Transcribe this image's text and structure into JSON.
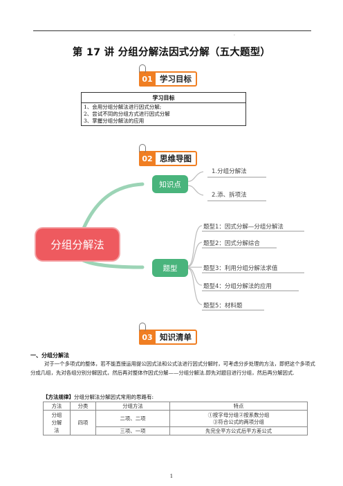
{
  "header": {
    "dot": "."
  },
  "title": "第 17 讲  分组分解法因式分解（五大题型）",
  "sections": [
    {
      "num": "01",
      "label": "学习目标"
    },
    {
      "num": "02",
      "label": "思维导图"
    },
    {
      "num": "03",
      "label": "知识清单"
    }
  ],
  "goals": {
    "header": "学习目标",
    "items": [
      "1、会用分组分解法进行因式分解;",
      "2、尝试不同的分组方式进行因式分解",
      "3、掌握分组分解法的应用"
    ]
  },
  "mindmap": {
    "center": "分组分解法",
    "branch1": {
      "label": "知识点",
      "leaves": [
        "1.分组分解法",
        "2.添、拆项法"
      ]
    },
    "branch2": {
      "label": "题型",
      "leaves": [
        "题型1：因式分解—分组分解法",
        "题型2：因式分解综合",
        "题型3：利用分组分解法求值",
        "题型4：分组分解法的应用",
        "题型5：材料题"
      ]
    }
  },
  "knowledge": {
    "heading": "一、分组分解法",
    "paragraph": "对于一个多项式的整体，若不能直接运用提公因式法和公式法进行因式分解时，可考虑分步处理的方法，即把这个多项式分成几组，先对各组分别分解因式，然后再对整体作因式分解——分组分解法.即先对题目进行分组，然后再分解因式.",
    "method_title": "【方法规律】",
    "method_text": "分组分解法分解因式常用的思路有:",
    "table": {
      "headers": [
        "方法",
        "分类",
        "分组方法",
        "特点"
      ],
      "method": "分组分解法",
      "category": "四项",
      "rows": [
        {
          "group": "二项、二项",
          "feature_a": "①按字母分组②按系数分组",
          "feature_b": "③符合公式的两项分组"
        },
        {
          "group": "三项、一项",
          "feature_a": "先完全平方公式后平方差公式",
          "feature_b": ""
        }
      ]
    }
  },
  "page_number": "1"
}
